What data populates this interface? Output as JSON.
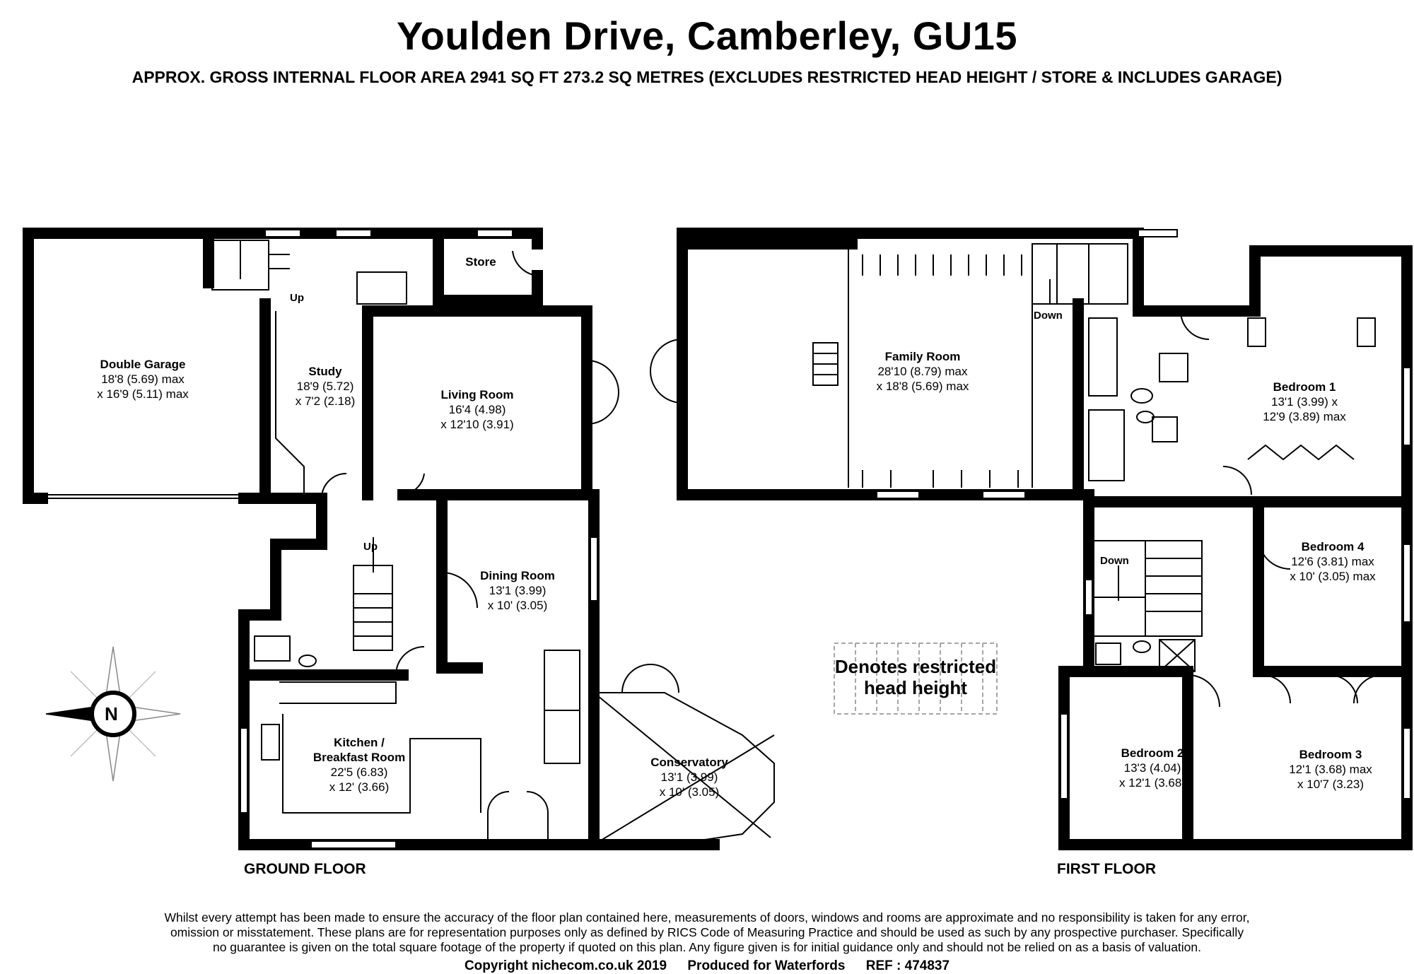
{
  "header": {
    "title": "Youlden Drive, Camberley, GU15",
    "subtitle": "APPROX. GROSS INTERNAL FLOOR AREA 2941 SQ FT 273.2 SQ METRES (EXCLUDES RESTRICTED HEAD HEIGHT / STORE & INCLUDES GARAGE)"
  },
  "floors": {
    "ground": "GROUND FLOOR",
    "first": "FIRST FLOOR"
  },
  "rooms": {
    "double_garage": {
      "name": "Double Garage",
      "l1": "18'8 (5.69) max",
      "l2": "x 16'9 (5.11) max"
    },
    "study": {
      "name": "Study",
      "l1": "18'9 (5.72)",
      "l2": "x 7'2 (2.18)"
    },
    "store": {
      "name": "Store"
    },
    "living_room": {
      "name": "Living Room",
      "l1": "16'4 (4.98)",
      "l2": "x 12'10 (3.91)"
    },
    "dining_room": {
      "name": "Dining Room",
      "l1": "13'1 (3.99)",
      "l2": "x 10' (3.05)"
    },
    "kitchen": {
      "name1": "Kitchen /",
      "name2": "Breakfast Room",
      "l1": "22'5 (6.83)",
      "l2": "x 12' (3.66)"
    },
    "conservatory": {
      "name": "Conservatory",
      "l1": "13'1 (3.99)",
      "l2": "x 10' (3.05)"
    },
    "family_room": {
      "name": "Family Room",
      "l1": "28'10 (8.79) max",
      "l2": "x 18'8 (5.69) max"
    },
    "bedroom1": {
      "name": "Bedroom 1",
      "l1": "13'1 (3.99) x",
      "l2": "12'9 (3.89) max"
    },
    "bedroom2": {
      "name": "Bedroom 2",
      "l1": "13'3 (4.04)",
      "l2": "x 12'1 (3.68)"
    },
    "bedroom3": {
      "name": "Bedroom 3",
      "l1": "12'1 (3.68) max",
      "l2": "x 10'7 (3.23)"
    },
    "bedroom4": {
      "name": "Bedroom 4",
      "l1": "12'6 (3.81) max",
      "l2": "x 10' (3.05) max"
    }
  },
  "stair_labels": {
    "up_study": "Up",
    "up_hall": "Up",
    "down_family": "Down",
    "down_landing": "Down"
  },
  "legend": {
    "line1": "Denotes restricted",
    "line2": "head height"
  },
  "compass": {
    "label": "N"
  },
  "disclaimer": "Whilst every attempt has been made to ensure the accuracy of the floor plan contained here, measurements of doors, windows and rooms are approximate and no responsibility is taken for any error, omission or misstatement. These plans are for representation purposes only as defined by RICS Code of Measuring Practice and should be used as such by any prospective purchaser. Specifically no guarantee is given on the total square footage of the property if quoted on this plan. Any figure given is for initial guidance only and should not be relied on as a basis of valuation.",
  "footer": {
    "copyright": "Copyright nichecom.co.uk 2019",
    "produced": "Produced for Waterfords",
    "ref": "REF : 474837"
  }
}
